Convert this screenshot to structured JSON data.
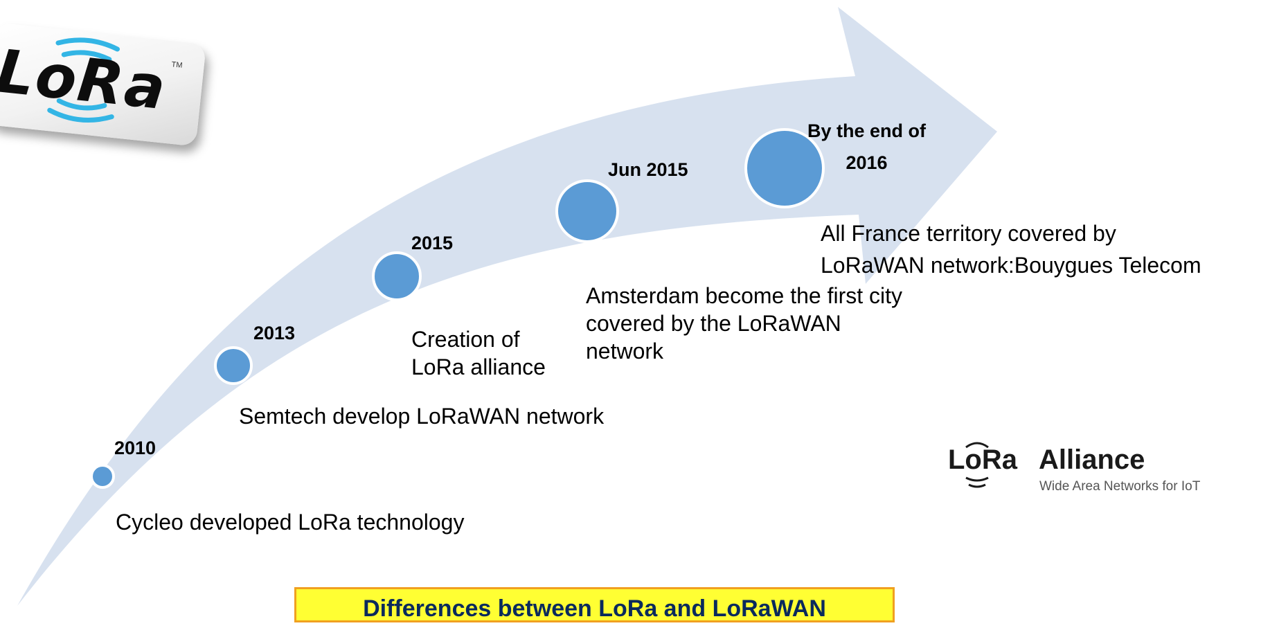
{
  "logo_lora": {
    "text": "LoRa",
    "tm": "TM"
  },
  "milestones": [
    {
      "year": "2010",
      "description": "Cycleo developed LoRa technology"
    },
    {
      "year": "2013",
      "description": "Semtech develop LoRaWAN network"
    },
    {
      "year": "2015",
      "description_lines": [
        "Creation of",
        "LoRa alliance"
      ]
    },
    {
      "year": "Jun 2015",
      "description_lines": [
        "Amsterdam become the first city",
        "covered by the LoRaWAN",
        "network"
      ]
    },
    {
      "year_lines": [
        "By the end of",
        "2016"
      ],
      "description_lines": [
        "All France territory covered by",
        "LoRaWAN network:Bouygues Telecom"
      ]
    }
  ],
  "logo_alliance": {
    "brand": "LoRa",
    "name": "Alliance",
    "tagline": "Wide Area Networks for IoT"
  },
  "footer": {
    "title": "Differences between LoRa and LoRaWAN"
  },
  "colors": {
    "arrow": "#d7e1ef",
    "circle": "#5b9bd5",
    "circle_border": "#ffffff",
    "footer_bg": "#ffff33",
    "footer_border": "#f0a020",
    "footer_text": "#0a2a5c"
  }
}
